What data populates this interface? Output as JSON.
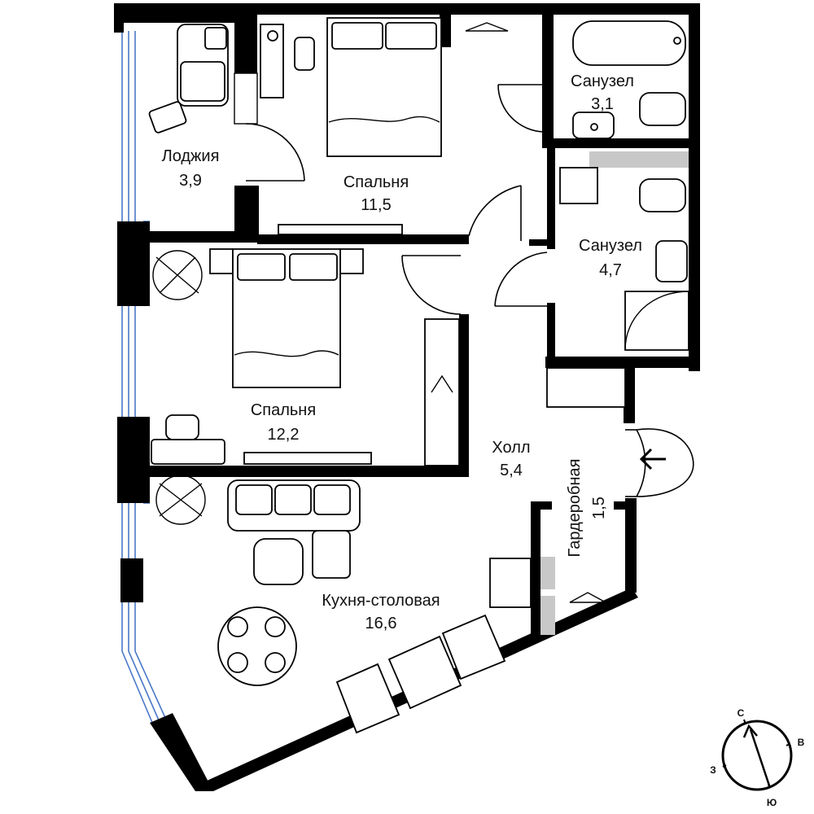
{
  "rooms": {
    "loggia": {
      "name": "Лоджия",
      "area": "3,9"
    },
    "bedroom_top": {
      "name": "Спальня",
      "area": "11,5"
    },
    "bath_top": {
      "name": "Санузел",
      "area": "3,1"
    },
    "bath_mid": {
      "name": "Санузел",
      "area": "4,7"
    },
    "bedroom_mid": {
      "name": "Спальня",
      "area": "12,2"
    },
    "hall": {
      "name": "Холл",
      "area": "5,4"
    },
    "wardrobe": {
      "name": "Гардеробная",
      "area": "1,5"
    },
    "kitchen": {
      "name": "Кухня-столовая",
      "area": "16,6"
    }
  },
  "compass": {
    "north": "С",
    "east": "В",
    "south": "Ю",
    "west": "З"
  },
  "colors": {
    "wall": "#000000",
    "glass": "#4a78c8",
    "shaft": "#c8c8c8"
  },
  "icons": [
    "entrance-arrow-icon",
    "compass-icon",
    "hanger-icon",
    "plant-icon",
    "snowflake-icon"
  ]
}
